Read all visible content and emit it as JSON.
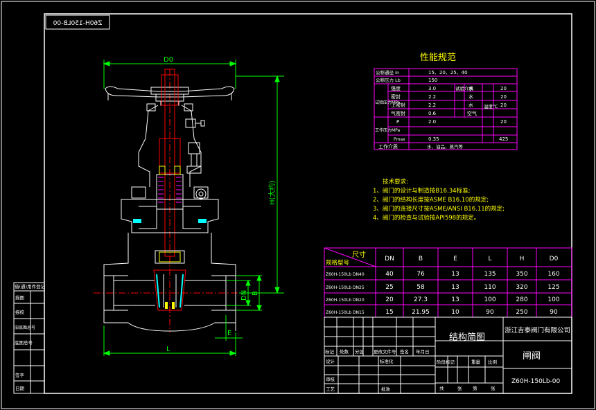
{
  "drawing_number_mirrored": "Z60H-150LB-00",
  "dims": {
    "d0": "D0",
    "h": "H(大约)",
    "dn": "DN",
    "b": "B",
    "e": "E",
    "l": "L"
  },
  "perf": {
    "title": "性能规范",
    "rows": [
      {
        "label": "公称通径 In",
        "value": "15、20、25、40"
      },
      {
        "label": "公称压力 Lb",
        "value": "150"
      }
    ],
    "test_group": "试验压力MPa",
    "test_rows": [
      {
        "label": "强度",
        "value": "3.0"
      },
      {
        "label": "密封",
        "value": "2.2"
      },
      {
        "label": "上密封",
        "value": "2.2"
      },
      {
        "label": "气密封",
        "value": "0.6"
      }
    ],
    "test_medium_label": "试验介质",
    "test_media": [
      "水",
      "水",
      "水",
      "空气"
    ],
    "temp_label": "温度℃",
    "test_temps": [
      "20",
      "20",
      "20"
    ],
    "work_group": "工作压力MPa",
    "work_rows": [
      {
        "label": "P",
        "value": "2.0",
        "temp": "20"
      },
      {
        "label": "Pmax",
        "value": "0.35",
        "temp": "425"
      }
    ],
    "medium_label": "工作介质",
    "medium_value": "水、油品、蒸汽等"
  },
  "tech": {
    "title": "技术要求:",
    "items": [
      "1、阀门的设计与制造按B16.34标准;",
      "2、阀门的结构长度按ASME B16.10的规定;",
      "3、阀门的连接尺寸按ASME/ANSI B16.11的规定;",
      "4、阀门的检查与试验按API598的规定。"
    ]
  },
  "spec": {
    "corner_top": "尺寸",
    "corner_bottom": "规格型号",
    "headers": [
      "DN",
      "B",
      "E",
      "L",
      "H",
      "D0"
    ],
    "rows": [
      [
        "Z60H-150Lb DN40",
        "40",
        "76",
        "13",
        "135",
        "350",
        "160"
      ],
      [
        "Z60H-150Lb DN25",
        "25",
        "58",
        "13",
        "110",
        "320",
        "125"
      ],
      [
        "Z60H-150Lb DN20",
        "20",
        "27.3",
        "13",
        "100",
        "280",
        "100"
      ],
      [
        "Z60H-150Lb DN15",
        "15",
        "21.95",
        "10",
        "90",
        "250",
        "90"
      ]
    ]
  },
  "title_block": {
    "drawing_title": "结构简图",
    "company": "浙江吉泰阀门有限公司",
    "product": "闸阀",
    "drawing_no": "Z60H-150Lb-00",
    "rev_labels": [
      "标记",
      "处数",
      "分区",
      "更改文件号",
      "签名",
      "年月日"
    ],
    "people": [
      "设计",
      "审核",
      "工艺"
    ],
    "std_label": "标准化",
    "approve_label": "批准",
    "stage_labels": [
      "阶段标记",
      "重量",
      "比例"
    ],
    "sheet_labels": [
      "共",
      "张",
      "第",
      "张"
    ]
  },
  "side_table": {
    "header": "借(通)用件登记",
    "labels": [
      "描图",
      "描校",
      "旧底图总号",
      "底图总号",
      "签字",
      "日期"
    ]
  }
}
